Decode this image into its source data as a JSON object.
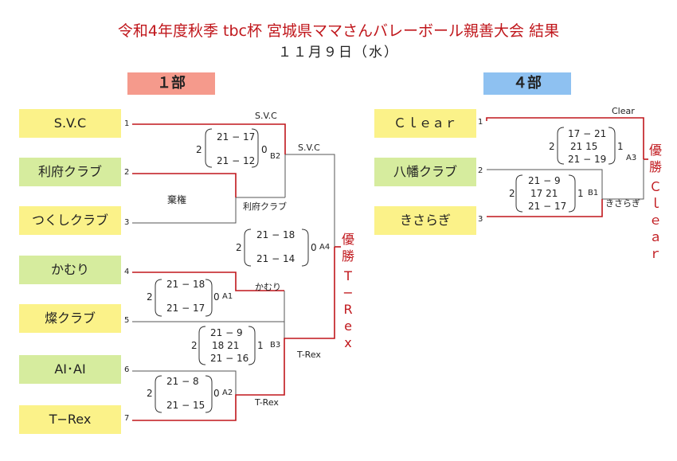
{
  "title": "令和4年度秋季 tbc杯 宮城県ママさんバレーボール親善大会 結果",
  "date": "１１月９日（水）",
  "colors": {
    "win": "#c0171c",
    "lose": "#555555",
    "yellow": "#fbf289",
    "green": "#d6ec9e",
    "div1": "#f59a8c",
    "div4": "#8ec1f1"
  },
  "div1": {
    "label": "１部",
    "teams": [
      {
        "seed": "1",
        "name": "S.V.C"
      },
      {
        "seed": "2",
        "name": "利府クラブ"
      },
      {
        "seed": "3",
        "name": "つくしクラブ"
      },
      {
        "seed": "4",
        "name": "かむり"
      },
      {
        "seed": "5",
        "name": "燦クラブ"
      },
      {
        "seed": "6",
        "name": "AI･AI"
      },
      {
        "seed": "7",
        "name": "T−Rex"
      }
    ],
    "matches": {
      "b2": {
        "id": "B2",
        "left_sets": "2",
        "right_sets": "0",
        "scores": [
          "21 − 17",
          "21 − 12"
        ],
        "winner": "S.V.C"
      },
      "forfeit": {
        "note": "棄権",
        "winner": "利府クラブ"
      },
      "b2_final": {
        "winner": "S.V.C"
      },
      "a1": {
        "id": "A1",
        "left_sets": "2",
        "right_sets": "0",
        "scores": [
          "21 − 18",
          "21 − 17"
        ],
        "winner": "かむり"
      },
      "a2": {
        "id": "A2",
        "left_sets": "2",
        "right_sets": "0",
        "scores": [
          "21 − 8",
          "21 − 15"
        ],
        "winner": "T-Rex"
      },
      "b3": {
        "id": "B3",
        "left_sets": "2",
        "right_sets": "1",
        "scores": [
          "21 −  9",
          "18  21",
          "21 − 16"
        ],
        "winner": "T-Rex"
      },
      "a4": {
        "id": "A4",
        "left_sets": "2",
        "right_sets": "0",
        "scores": [
          "21 − 18",
          "21 − 14"
        ]
      }
    },
    "champion": {
      "label": "優勝",
      "name": "T−Rex"
    }
  },
  "div4": {
    "label": "４部",
    "teams": [
      {
        "seed": "1",
        "name": "Ｃｌｅａｒ"
      },
      {
        "seed": "2",
        "name": "八幡クラブ"
      },
      {
        "seed": "3",
        "name": "きさらぎ"
      }
    ],
    "matches": {
      "b1": {
        "id": "B1",
        "left_sets": "2",
        "right_sets": "1",
        "scores": [
          "21 −  9",
          "17  21",
          "21 − 17"
        ],
        "winner": "きさらぎ"
      },
      "a3": {
        "id": "A3",
        "left_sets": "2",
        "right_sets": "1",
        "scores": [
          "17 − 21",
          "21  15",
          "21 − 19"
        ],
        "winner": "Clear"
      }
    },
    "champion": {
      "label": "優勝",
      "name": "Ｃｌｅａｒ"
    }
  }
}
